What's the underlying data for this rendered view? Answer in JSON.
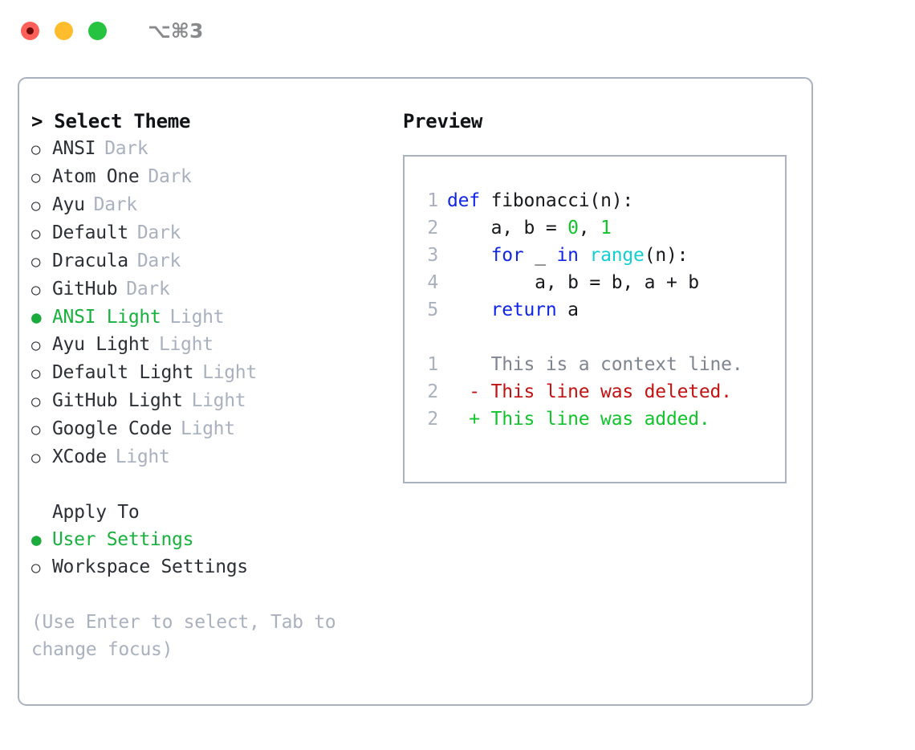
{
  "window": {
    "traffic_lights": [
      "close",
      "minimize",
      "maximize"
    ],
    "shortcut": "⌥⌘3",
    "colors": {
      "close": "#ff6059",
      "minimize": "#ffbd2e",
      "maximize": "#25c33f",
      "panel_border": "#aab2c0",
      "accent_green": "#18b13d",
      "muted": "#a9b1bf"
    }
  },
  "theme_picker": {
    "heading": "> Select Theme",
    "bullet_unselected": "○",
    "bullet_selected": "●",
    "items": [
      {
        "name": "ANSI",
        "kind": "Dark",
        "selected": false
      },
      {
        "name": "Atom One",
        "kind": "Dark",
        "selected": false
      },
      {
        "name": "Ayu",
        "kind": "Dark",
        "selected": false
      },
      {
        "name": "Default",
        "kind": "Dark",
        "selected": false
      },
      {
        "name": "Dracula",
        "kind": "Dark",
        "selected": false
      },
      {
        "name": "GitHub",
        "kind": "Dark",
        "selected": false
      },
      {
        "name": "ANSI Light",
        "kind": "Light",
        "selected": true
      },
      {
        "name": "Ayu Light",
        "kind": "Light",
        "selected": false
      },
      {
        "name": "Default Light",
        "kind": "Light",
        "selected": false
      },
      {
        "name": "GitHub Light",
        "kind": "Light",
        "selected": false
      },
      {
        "name": "Google Code",
        "kind": "Light",
        "selected": false
      },
      {
        "name": "XCode",
        "kind": "Light",
        "selected": false
      }
    ]
  },
  "apply_to": {
    "heading": "Apply To",
    "items": [
      {
        "name": "User Settings",
        "selected": true
      },
      {
        "name": "Workspace Settings",
        "selected": false
      }
    ]
  },
  "hint": "(Use Enter to select, Tab to change focus)",
  "preview": {
    "title": "Preview",
    "code_lines": [
      {
        "num": "1",
        "tokens": [
          {
            "t": "def",
            "c": "kw"
          },
          {
            "t": " fibonacci(n):",
            "c": "plain"
          }
        ]
      },
      {
        "num": "2",
        "tokens": [
          {
            "t": "    a, b = ",
            "c": "plain"
          },
          {
            "t": "0",
            "c": "num"
          },
          {
            "t": ", ",
            "c": "plain"
          },
          {
            "t": "1",
            "c": "num"
          }
        ]
      },
      {
        "num": "3",
        "tokens": [
          {
            "t": "    ",
            "c": "plain"
          },
          {
            "t": "for",
            "c": "kw"
          },
          {
            "t": " _ ",
            "c": "plain"
          },
          {
            "t": "in",
            "c": "kw"
          },
          {
            "t": " ",
            "c": "plain"
          },
          {
            "t": "range",
            "c": "builtin"
          },
          {
            "t": "(n):",
            "c": "plain"
          }
        ]
      },
      {
        "num": "4",
        "tokens": [
          {
            "t": "        a, b = b, a + b",
            "c": "plain"
          }
        ]
      },
      {
        "num": "5",
        "tokens": [
          {
            "t": "    ",
            "c": "plain"
          },
          {
            "t": "return",
            "c": "kw"
          },
          {
            "t": " a",
            "c": "plain"
          }
        ]
      }
    ],
    "diff_lines": [
      {
        "num": "1",
        "marker": "  ",
        "text": "This is a context line.",
        "kind": "ctx"
      },
      {
        "num": "2",
        "marker": "- ",
        "text": "This line was deleted.",
        "kind": "del"
      },
      {
        "num": "2",
        "marker": "+ ",
        "text": "This line was added.",
        "kind": "add"
      }
    ]
  }
}
